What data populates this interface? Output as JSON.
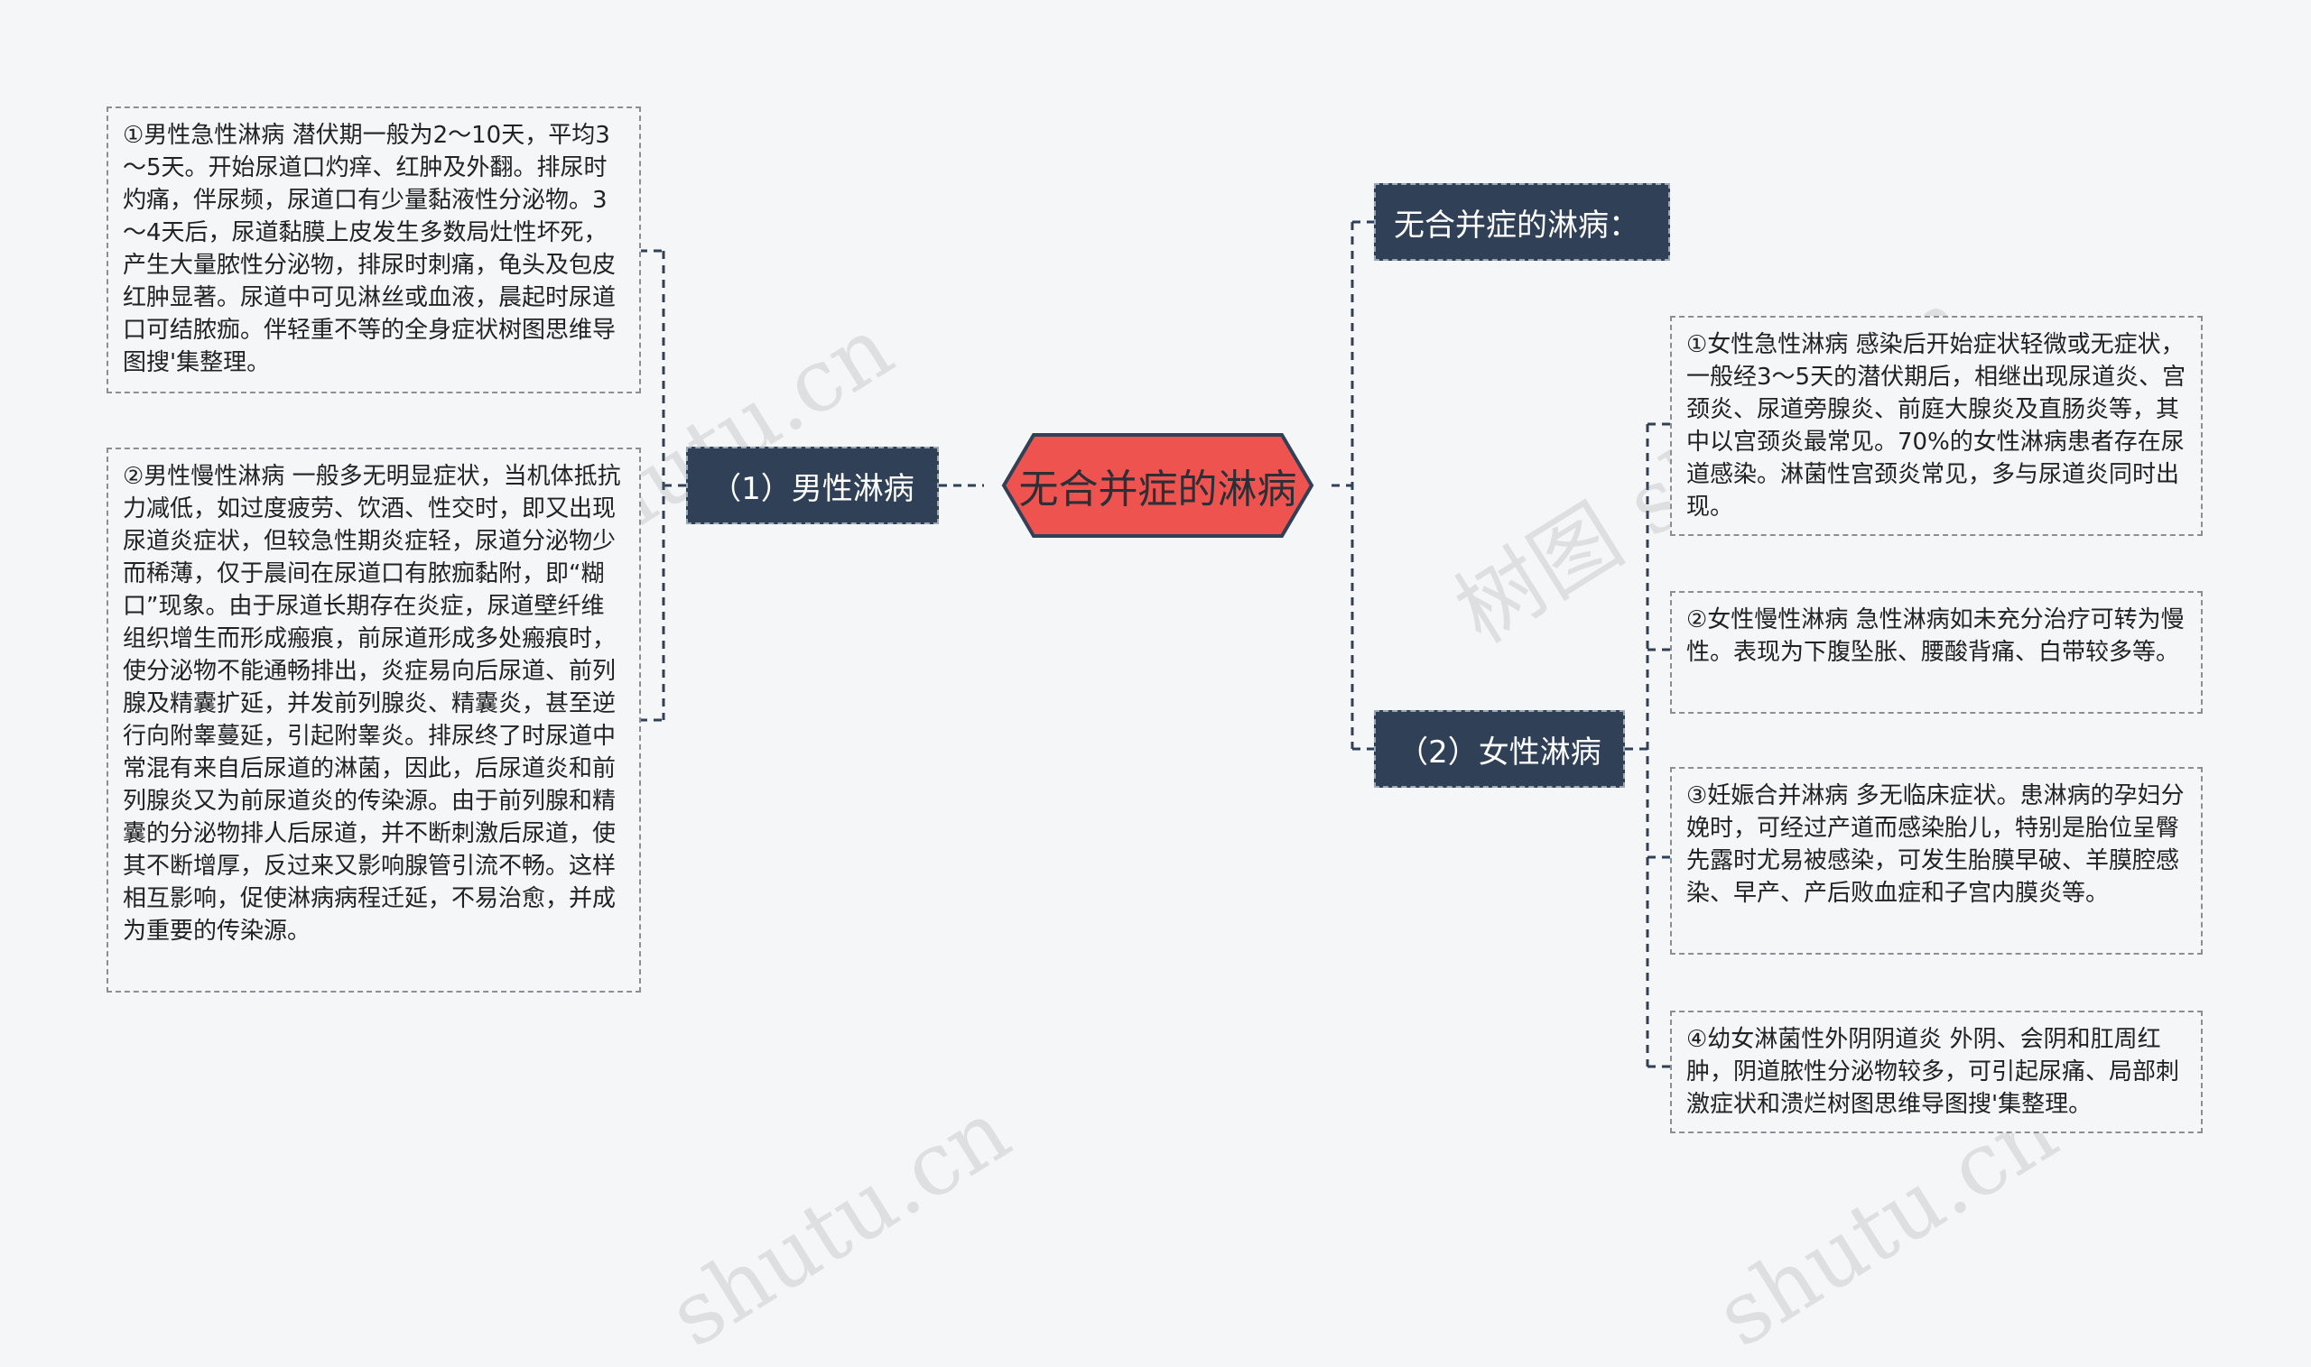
{
  "root": {
    "label": "无合并症的淋病"
  },
  "branches": {
    "intro": "无合并症的淋病：",
    "male": "（1）男性淋病",
    "female": "（2）女性淋病"
  },
  "male_leaves": [
    "①男性急性淋病 潜伏期一般为2～10天，平均3～5天。开始尿道口灼痒、红肿及外翻。排尿时灼痛，伴尿频，尿道口有少量黏液性分泌物。3～4天后，尿道黏膜上皮发生多数局灶性坏死，产生大量脓性分泌物，排尿时刺痛，龟头及包皮红肿显著。尿道中可见淋丝或血液，晨起时尿道口可结脓痂。伴轻重不等的全身症状树图思维导图搜'集整理。",
    "②男性慢性淋病 一般多无明显症状，当机体抵抗力减低，如过度疲劳、饮酒、性交时，即又出现尿道炎症状，但较急性期炎症轻，尿道分泌物少而稀薄，仅于晨间在尿道口有脓痂黏附，即“糊口”现象。由于尿道长期存在炎症，尿道壁纤维组织增生而形成瘢痕，前尿道形成多处瘢痕时，使分泌物不能通畅排出，炎症易向后尿道、前列腺及精囊扩延，并发前列腺炎、精囊炎，甚至逆行向附睾蔓延，引起附睾炎。排尿终了时尿道中常混有来自后尿道的淋菌，因此，后尿道炎和前列腺炎又为前尿道炎的传染源。由于前列腺和精囊的分泌物排人后尿道，并不断刺激后尿道，使其不断增厚，反过来又影响腺管引流不畅。这样相互影响，促使淋病病程迁延，不易治愈，并成为重要的传染源。"
  ],
  "female_leaves": [
    "①女性急性淋病 感染后开始症状轻微或无症状，一般经3～5天的潜伏期后，相继出现尿道炎、宫颈炎、尿道旁腺炎、前庭大腺炎及直肠炎等，其中以宫颈炎最常见。70%的女性淋病患者存在尿道感染。淋菌性宫颈炎常见，多与尿道炎同时出现。",
    "②女性慢性淋病 急性淋病如未充分治疗可转为慢性。表现为下腹坠胀、腰酸背痛、白带较多等。",
    "③妊娠合并淋病 多无临床症状。患淋病的孕妇分娩时，可经过产道而感染胎儿，特别是胎位呈臀先露时尤易被感染，可发生胎膜早破、羊膜腔感染、早产、产后败血症和子宫内膜炎等。",
    "④幼女淋菌性外阴阴道炎 外阴、会阴和肛周红肿，阴道脓性分泌物较多，可引起尿痛、局部刺激症状和溃烂树图思维导图搜'集整理。"
  ],
  "watermarks": [
    "树图 shutu.cn",
    "树图 shutu.cn",
    "shutu.cn",
    "shutu.cn"
  ],
  "colors": {
    "root_fill": "#ef5350",
    "root_stroke": "#2f4057",
    "branch_fill": "#2f4057",
    "connector": "#2f4057",
    "leaf_border": "#8a8f96",
    "background": "#f4f6f8"
  }
}
